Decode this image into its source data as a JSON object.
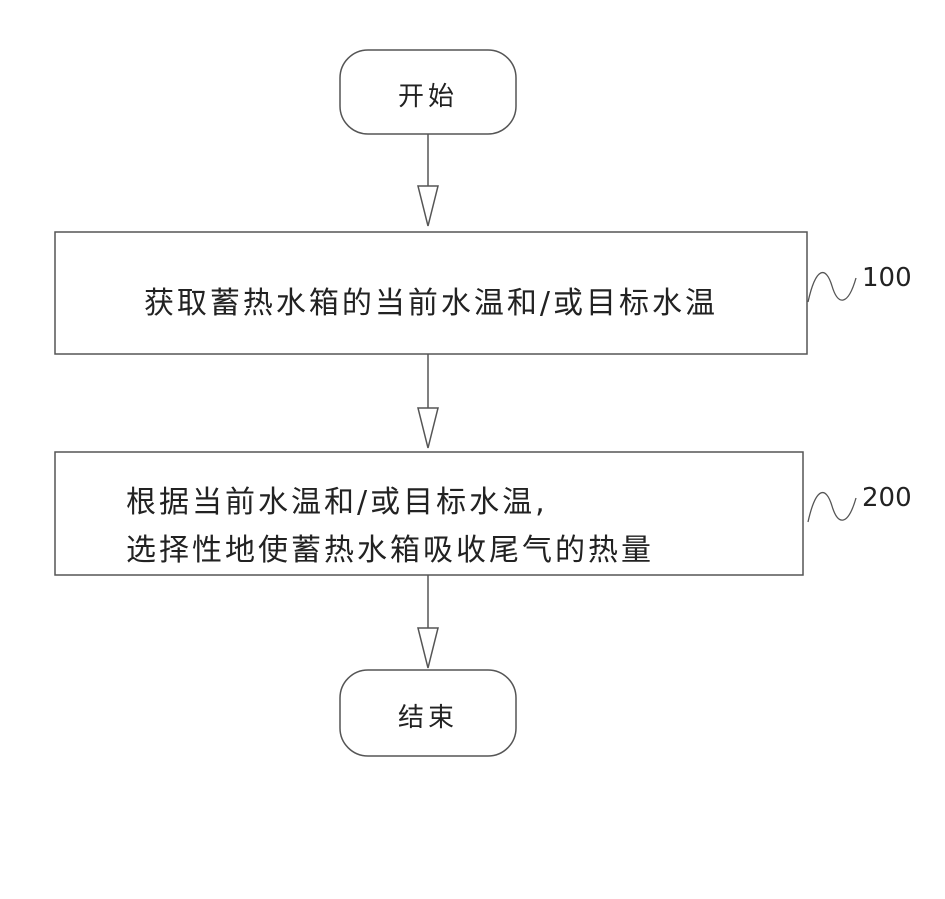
{
  "flowchart": {
    "start_label": "开始",
    "step1": {
      "text": "获取蓄热水箱的当前水温和/或目标水温",
      "ref": "100"
    },
    "step2": {
      "line1": "根据当前水温和/或目标水温,",
      "line2": "选择性地使蓄热水箱吸收尾气的热量",
      "ref": "200"
    },
    "end_label": "结束"
  }
}
